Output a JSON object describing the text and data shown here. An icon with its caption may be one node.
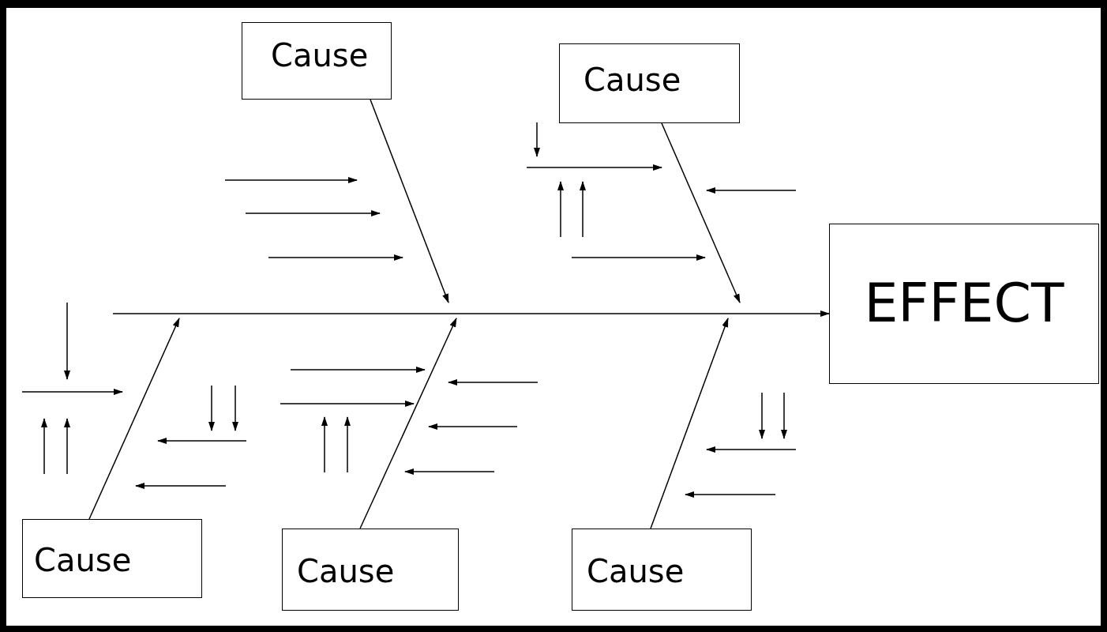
{
  "diagram": {
    "nodes": [
      {
        "text": [
          "Cause"
        ]
      },
      {
        "text": [
          "Cause"
        ]
      },
      {
        "text": [
          "EFFECT"
        ]
      },
      {
        "text": [
          "Cause"
        ]
      },
      {
        "text": [
          "Cause"
        ]
      },
      {
        "text": [
          "Cause"
        ]
      }
    ],
    "edges": [
      {
        "from": null,
        "to": 2,
        "arrow": "to"
      },
      {
        "from": 0,
        "to": null,
        "arrow": "to"
      },
      {
        "from": 1,
        "to": null,
        "arrow": "to"
      },
      {
        "from": 3,
        "to": null,
        "arrow": "to"
      },
      {
        "from": 4,
        "to": null,
        "arrow": "to"
      },
      {
        "from": 5,
        "to": null,
        "arrow": "to"
      }
    ]
  }
}
